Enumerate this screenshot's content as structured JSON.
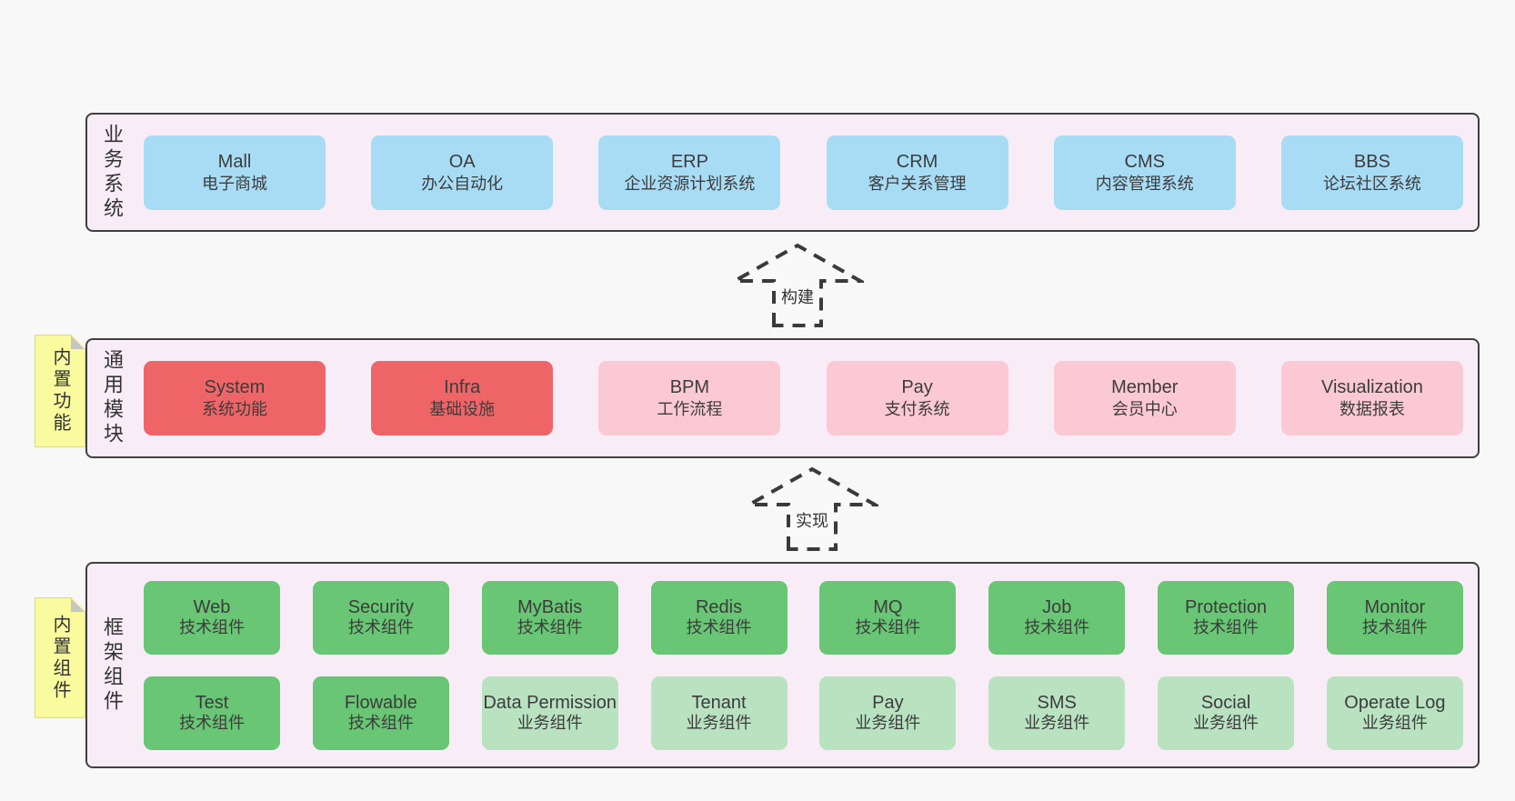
{
  "colors": {
    "page_bg": "#f8f8f8",
    "panel_bg": "#f8edf7",
    "panel_border": "#3f3f3f",
    "blue_box": "#a8dcf5",
    "red_box": "#ef6567",
    "pink_box": "#fbc9d4",
    "green_dark_box": "#68c674",
    "green_light_box": "#b9e2c1",
    "sticky_note": "#fafa9e",
    "text": "#3c3c3c"
  },
  "business_layer": {
    "label": "业务系统",
    "boxes": [
      {
        "en": "Mall",
        "zh": "电子商城"
      },
      {
        "en": "OA",
        "zh": "办公自动化"
      },
      {
        "en": "ERP",
        "zh": "企业资源计划系统"
      },
      {
        "en": "CRM",
        "zh": "客户关系管理"
      },
      {
        "en": "CMS",
        "zh": "内容管理系统"
      },
      {
        "en": "BBS",
        "zh": "论坛社区系统"
      }
    ]
  },
  "build_arrow": {
    "label": "构建"
  },
  "module_layer": {
    "tag": "内置功能",
    "label": "通用模块",
    "boxes": [
      {
        "en": "System",
        "zh": "系统功能"
      },
      {
        "en": "Infra",
        "zh": "基础设施"
      },
      {
        "en": "BPM",
        "zh": "工作流程"
      },
      {
        "en": "Pay",
        "zh": "支付系统"
      },
      {
        "en": "Member",
        "zh": "会员中心"
      },
      {
        "en": "Visualization",
        "zh": "数据报表"
      }
    ]
  },
  "implement_arrow": {
    "label": "实现"
  },
  "component_layer": {
    "tag": "内置组件",
    "label": "框架组件",
    "row1": [
      {
        "en": "Web",
        "zh": "技术组件"
      },
      {
        "en": "Security",
        "zh": "技术组件"
      },
      {
        "en": "MyBatis",
        "zh": "技术组件"
      },
      {
        "en": "Redis",
        "zh": "技术组件"
      },
      {
        "en": "MQ",
        "zh": "技术组件"
      },
      {
        "en": "Job",
        "zh": "技术组件"
      },
      {
        "en": "Protection",
        "zh": "技术组件"
      },
      {
        "en": "Monitor",
        "zh": "技术组件"
      }
    ],
    "row2": [
      {
        "en": "Test",
        "zh": "技术组件"
      },
      {
        "en": "Flowable",
        "zh": "技术组件"
      },
      {
        "en": "Data Permission",
        "zh": "业务组件"
      },
      {
        "en": "Tenant",
        "zh": "业务组件"
      },
      {
        "en": "Pay",
        "zh": "业务组件"
      },
      {
        "en": "SMS",
        "zh": "业务组件"
      },
      {
        "en": "Social",
        "zh": "业务组件"
      },
      {
        "en": "Operate Log",
        "zh": "业务组件"
      }
    ]
  }
}
